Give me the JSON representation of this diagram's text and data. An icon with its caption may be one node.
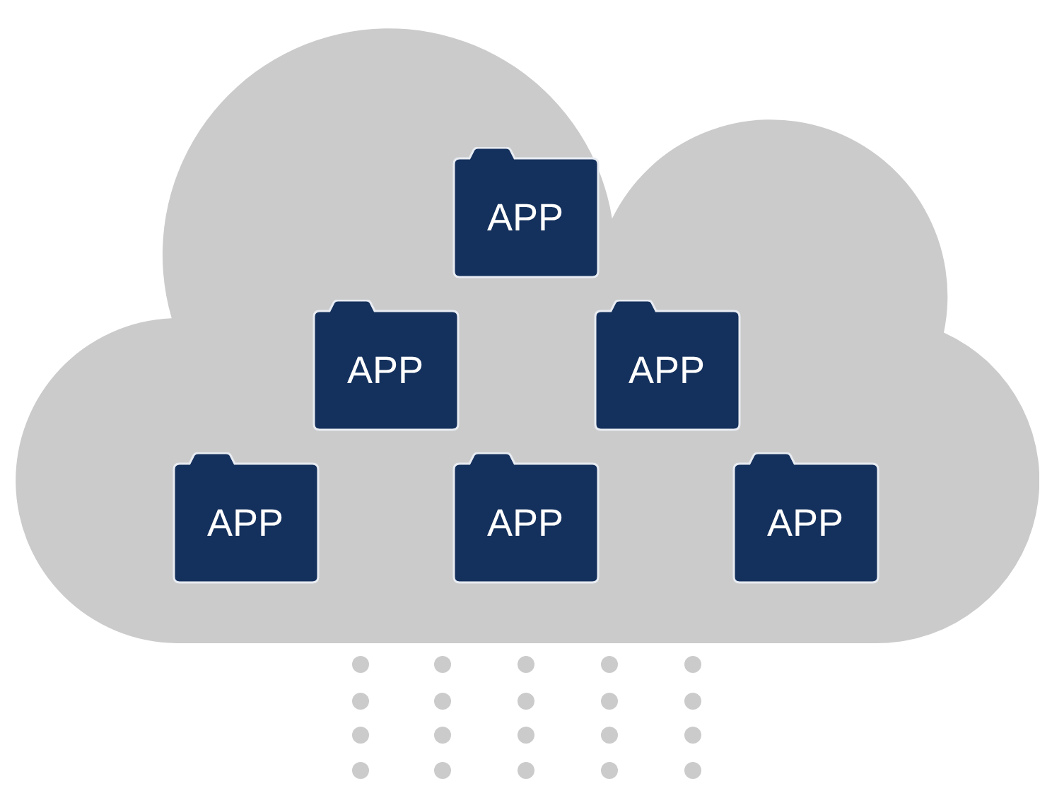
{
  "diagram": {
    "nodes": [
      {
        "text": [],
        "shape": "cloud"
      },
      {
        "text": [
          "APP"
        ],
        "in": 0
      },
      {
        "text": [
          "APP"
        ],
        "in": 0
      },
      {
        "text": [
          "APP"
        ],
        "in": 0
      },
      {
        "text": [
          "APP"
        ],
        "in": 0
      },
      {
        "text": [
          "APP"
        ],
        "in": 0
      },
      {
        "text": [
          "APP"
        ],
        "in": 0
      }
    ],
    "edges": []
  }
}
